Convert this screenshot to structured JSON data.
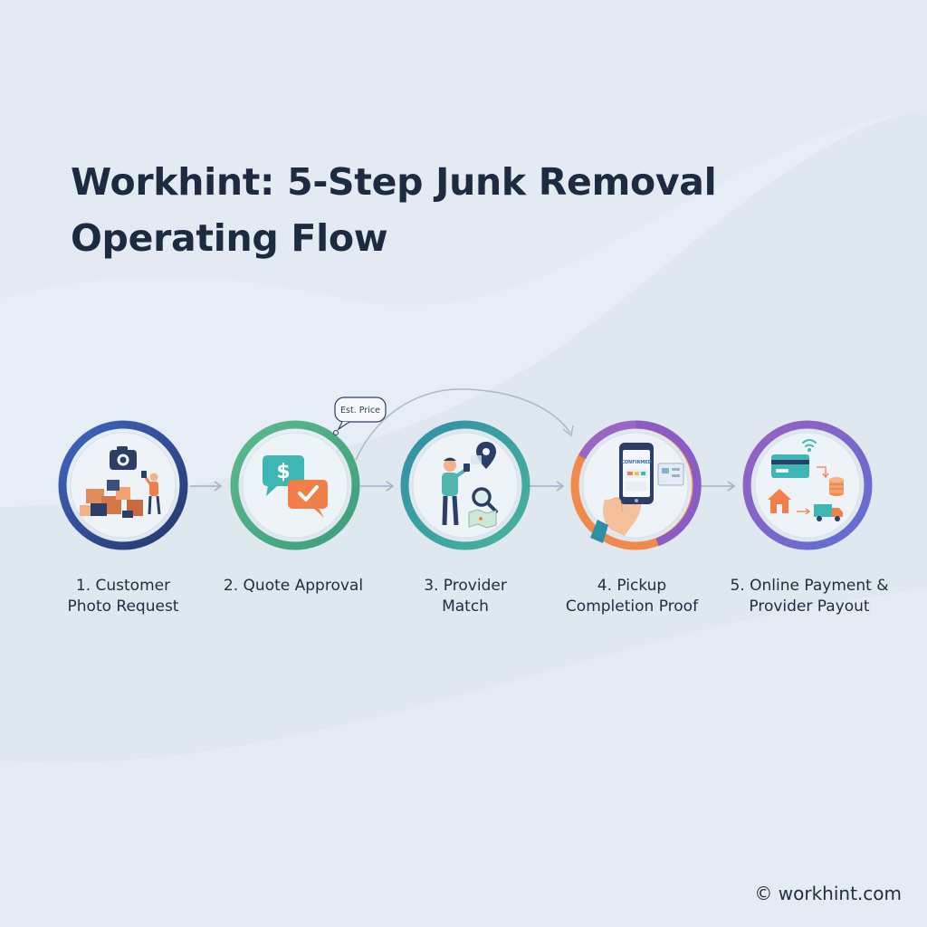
{
  "title": {
    "line1": "Workhint: 5-Step Junk Removal",
    "line2": "Operating Flow"
  },
  "steps": [
    {
      "line1": "1. Customer",
      "line2": "Photo Request",
      "icon": "camera-junk-person"
    },
    {
      "line1": "2. Quote Approval",
      "line2": "",
      "icon": "price-chat-check",
      "callout": "Est. Price"
    },
    {
      "line1": "3. Provider",
      "line2": "Match",
      "icon": "person-map-pin-search"
    },
    {
      "line1": "4. Pickup",
      "line2": "Completion Proof",
      "icon": "phone-in-hand-confirmed",
      "phone_text": "CONFIRMED"
    },
    {
      "line1": "5. Online Payment &",
      "line2": "Provider Payout",
      "icon": "card-coins-house-truck"
    }
  ],
  "footer": {
    "text": "© workhint.com"
  },
  "colors": {
    "title": "#1c2b40",
    "step1_ring": "#2e4a8f",
    "step2_ring": "#4fae84",
    "step3_ring": "#3aa3a6",
    "step4_ring_orange": "#f08a4b",
    "step4_ring_purple": "#8a5cc4",
    "step5_ring": "#7a5fc9",
    "accent_orange": "#f07f4a",
    "accent_teal": "#3eb6b3",
    "navy": "#2c3e66"
  }
}
